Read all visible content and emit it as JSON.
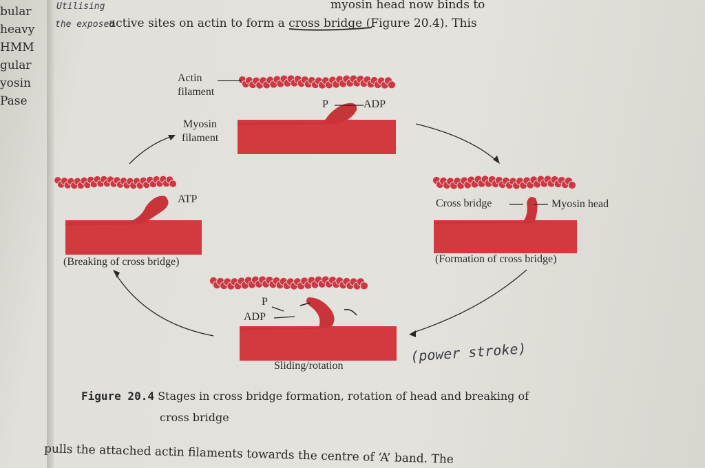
{
  "left_margin_words": [
    "bular",
    "heavy",
    "HMM",
    "gular",
    "yosin",
    "Pase"
  ],
  "top_text": {
    "line1_handwritten_prefix": "Utilising",
    "line1_partial": "myosin head now binds to",
    "line2_handwritten_prefix": "the exposed",
    "line2": "active sites on actin to form a cross bridge (Figure 20.4). This"
  },
  "diagram": {
    "actin_label": "Actin",
    "actin_label2": "filament",
    "myosin_label": "Myosin",
    "myosin_label2": "filament",
    "p_label": "P",
    "adp_label": "ADP",
    "atp_label": "ATP",
    "cross_bridge_label": "Cross bridge",
    "myosin_head_label": "Myosin head",
    "breaking_label": "(Breaking of cross bridge)",
    "formation_label": "(Formation of cross bridge)",
    "sliding_label": "Sliding/rotation",
    "p_label2": "P",
    "adp_label2": "ADP",
    "handwritten_note": "(power stroke)"
  },
  "caption": {
    "figure_number": "Figure 20.4",
    "text_line1": "Stages in cross bridge formation, rotation of head and breaking of",
    "text_line2": "cross bridge"
  },
  "bottom_text": {
    "line_start": "pulls the attached actin filaments towards the centre of ‘A’ band. The"
  },
  "colors": {
    "actin": "#c93a44",
    "myosin": "#d33a40",
    "myosin_dark": "#a82a30",
    "paper": "#e2e0da",
    "text": "#2a2a2a"
  }
}
